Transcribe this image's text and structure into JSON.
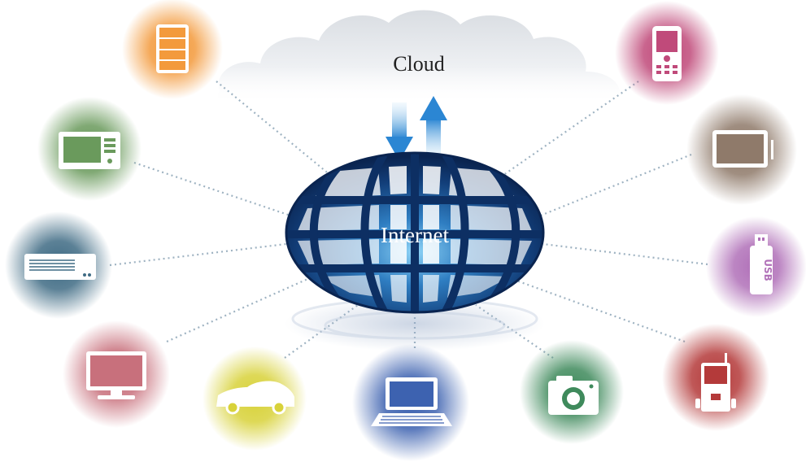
{
  "cloud": {
    "label": "Cloud"
  },
  "internet": {
    "label": "Internet"
  },
  "usb": {
    "label": "USB"
  },
  "colors": {
    "globe_dark": "#0b2b5a",
    "globe_light": "#7fc6f0",
    "arrow": "#3a8fd6",
    "link": "#9fb3c2",
    "orange": "#f39a3c",
    "green": "#6a9a5c",
    "slate": "#3f6b84",
    "rose": "#c8707c",
    "yellow": "#d8d23a",
    "blue": "#3d62b0",
    "camera_green": "#3f8a5c",
    "red": "#b43a3a",
    "pink": "#c04a7a",
    "brown": "#8f7a6a",
    "purple": "#b070b8"
  },
  "devices": [
    {
      "name": "refrigerator-icon",
      "color": "orange"
    },
    {
      "name": "microwave-icon",
      "color": "green"
    },
    {
      "name": "air-conditioner-icon",
      "color": "slate"
    },
    {
      "name": "monitor-icon",
      "color": "rose"
    },
    {
      "name": "car-icon",
      "color": "yellow"
    },
    {
      "name": "laptop-icon",
      "color": "blue"
    },
    {
      "name": "camera-icon",
      "color": "camera_green"
    },
    {
      "name": "music-player-icon",
      "color": "red"
    },
    {
      "name": "mobile-phone-icon",
      "color": "pink"
    },
    {
      "name": "tablet-icon",
      "color": "brown"
    },
    {
      "name": "usb-stick-icon",
      "color": "purple"
    }
  ]
}
